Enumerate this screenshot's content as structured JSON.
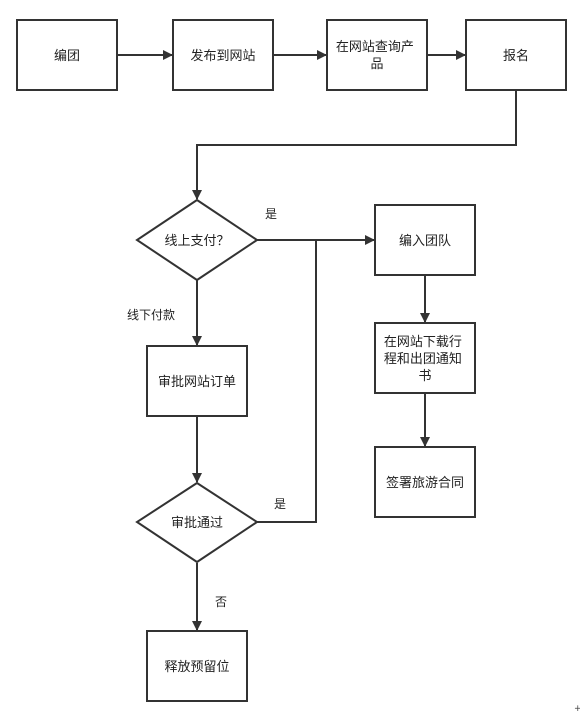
{
  "diagram": {
    "nodes": {
      "bianTuan": {
        "lines": [
          "编团"
        ]
      },
      "publish": {
        "lines": [
          "发布到网站"
        ]
      },
      "query": {
        "lines": [
          "在网站查询产",
          "品"
        ]
      },
      "signup": {
        "lines": [
          "报名"
        ]
      },
      "onlinePay": {
        "lines": [
          "线上支付？"
        ]
      },
      "joinTeam": {
        "lines": [
          "编入团队"
        ]
      },
      "review": {
        "lines": [
          "审批网站订单"
        ]
      },
      "download": {
        "lines": [
          "在网站下载行",
          "程和出团通知",
          "书"
        ]
      },
      "contract": {
        "lines": [
          "签署旅游合同"
        ]
      },
      "approved": {
        "lines": [
          "审批通过"
        ]
      },
      "release": {
        "lines": [
          "释放预留位"
        ]
      }
    },
    "edge_labels": {
      "yes1": "是",
      "offline": "线下付款",
      "yes2": "是",
      "no": "否"
    },
    "corner_mark": "+"
  }
}
